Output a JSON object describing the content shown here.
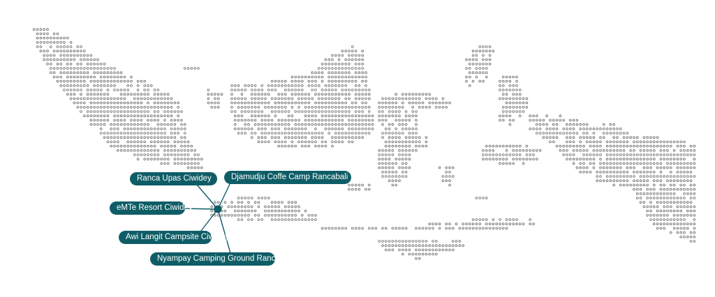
{
  "map": {
    "region": "",
    "accent_color": "#0e5d66",
    "dot_color": "#6b6b6b"
  },
  "locations": [
    {
      "id": "ranca-upas",
      "name": "Ranca Upas Ciwidey"
    },
    {
      "id": "djamudju",
      "name": "Djamudju Coffe Camp Rancabali"
    },
    {
      "id": "emte",
      "name": "eMTe Resort Ciwidey"
    },
    {
      "id": "awi-langit",
      "name": "Awi Langit Campsite Ciwidey"
    },
    {
      "id": "nyampay",
      "name": "Nyampay Camping Ground Rancabali"
    }
  ]
}
